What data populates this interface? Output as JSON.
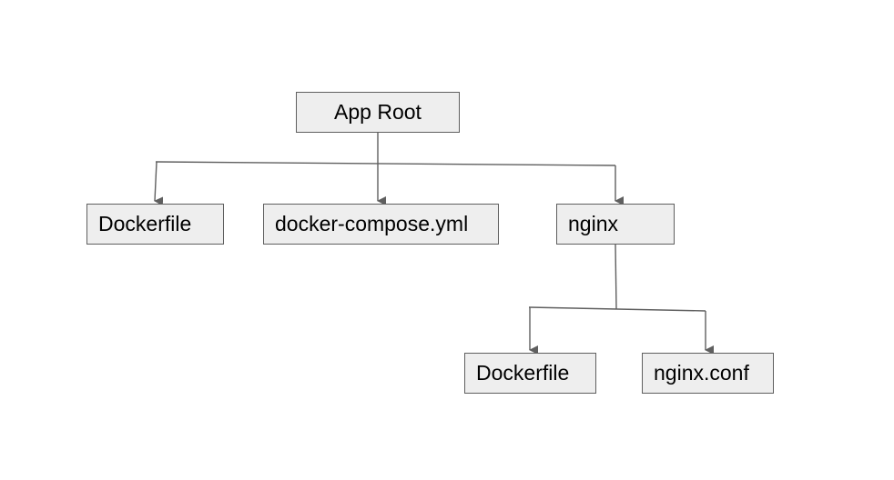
{
  "diagram": {
    "root": {
      "label": "App Root"
    },
    "children": [
      {
        "label": "Dockerfile"
      },
      {
        "label": "docker-compose.yml"
      },
      {
        "label": "nginx"
      }
    ],
    "grandchildren": [
      {
        "label": "Dockerfile"
      },
      {
        "label": "nginx.conf"
      }
    ]
  },
  "colors": {
    "node_fill": "#eeeeee",
    "node_border": "#5f5f5f",
    "connector": "#5f5f5f",
    "text": "#000000"
  }
}
